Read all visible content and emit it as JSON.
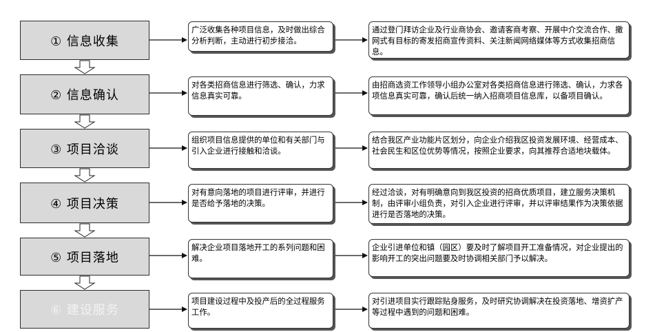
{
  "stages": [
    {
      "label": "①  信息收集",
      "description": "广泛收集各种项目信息，及时做出综合分析判断，主动进行初步接洽。",
      "detail": "通过登门拜访企业及行业商协会、邀请客商考察、开展中介交流合作、撒网式有目标的寄发招商宣传资料、关注新闻网络媒体等方式收集招商信息。"
    },
    {
      "label": "②  信息确认",
      "description": "对各类招商信息进行筛选、确认，力求信息真实可靠。",
      "detail": "由招商选资工作领导小组办公室对各类招商信息进行筛选、确认，力求各项信息真实可靠，确认后统一纳入招商项目信息库，以备项目确认。"
    },
    {
      "label": "③  项目洽谈",
      "description": "组织项目信息提供的单位和有关部门与引入企业进行接触和洽谈。",
      "detail": "结合我区产业功能片区划分，向企业介绍我区投资发展环境、经营成本、社会民生和区位优势等情况，按照企业要求，向其推荐合适地块载体。"
    },
    {
      "label": "④  项目决策",
      "description": "对有意向落地的项目进行评审，并进行是否给予落地的决策。",
      "detail": "经过洽谈，对有明确意向到我区投资的招商优质项目，建立服务决策机制，由评审小组负责，对引入企业进行评审，并以评审结果作为决策依据进行是否落地的决策。"
    },
    {
      "label": "⑤  项目落地",
      "description": "解决企业项目落地开工的系列问题和困难。",
      "detail": "企业引进单位和镇（园区）要及时了解项目开工准备情况，对企业提出的影响开工的突出问题要及时协调相关部门予以解决。"
    },
    {
      "label": "⑥  建设服务",
      "description": "项目建设过程中及投产后的全过程服务工作。",
      "detail": "对引进项目实行跟踪贴身服务，及时研究协调解决在投资落地、增资扩产等过程中遇到的问题和困难。"
    }
  ]
}
